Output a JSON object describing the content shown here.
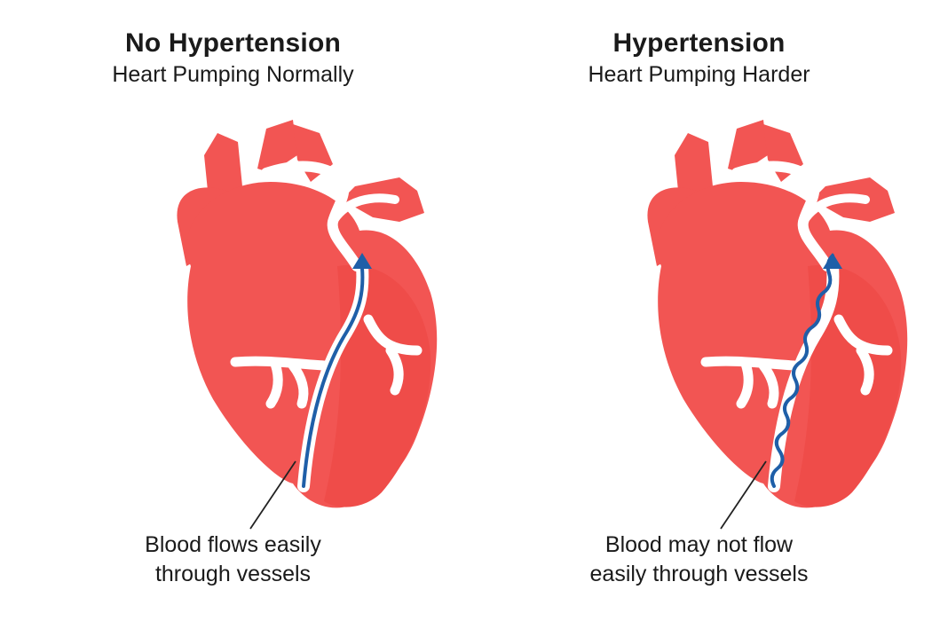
{
  "panels": [
    {
      "title": "No Hypertension",
      "subtitle": "Heart Pumping Normally",
      "caption_lines": [
        "Blood flows easily",
        "through vessels"
      ],
      "vessel_flow": "straight"
    },
    {
      "title": "Hypertension",
      "subtitle": "Heart Pumping Harder",
      "caption_lines": [
        "Blood may not flow",
        "easily through vessels"
      ],
      "vessel_flow": "wavy"
    }
  ],
  "colors": {
    "heart_body": "#f25553",
    "heart_shade": "#e84946",
    "vessel_white": "#ffffff",
    "arrow_blue": "#1f5fa8",
    "pointer_line": "#222222"
  },
  "icons": [
    "heart-icon",
    "arrow-up-icon"
  ]
}
